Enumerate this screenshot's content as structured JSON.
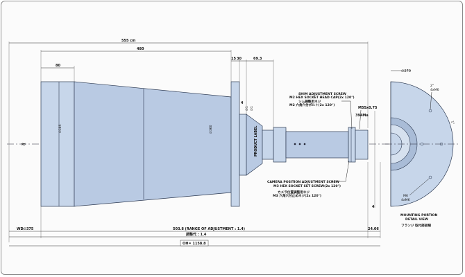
{
  "dimensions": {
    "overall_top": "555 cm",
    "body_480": "480",
    "front_80": "80",
    "d_15_30": "15",
    "d_30": "30",
    "d_69_3": "69.3",
    "d_4_top": "4",
    "d_4_bottom": "4",
    "m55": "M55x0.75",
    "d_394": "394Ma",
    "dia_385": "∅385",
    "dia_360": "∅360",
    "dia_flange_a": "∅1",
    "dia_flange_b": "∅1",
    "wd": "WD∅375",
    "range": "503.8 (RANGE OF ADJUSTMENT : 1.4)",
    "range_jp": "調整代 : 1.4",
    "end_24": "24.06",
    "oh": "OH= 1158.8"
  },
  "labels": {
    "product_label": "PRODUCT LABEL",
    "shim_line1": "SHIM ADJUSTMENT SCREW",
    "shim_line2": "M2 HEX SOCKET HEAD CAP(2x 120°)",
    "shim_line3": "シム調整用ネジ",
    "shim_line4": "M2 六角穴付ボルト(2x 120°)",
    "cam_line1": "CAMERA POSITION ADJUSTMENT SCREW",
    "cam_line2": "M3 HEX SOCKET SET SCREW(2x 120°)",
    "cam_line3": "カメラ位置調整用ネジ",
    "cam_line4": "M3 六角穴付止めネジ(2x 120°)"
  },
  "detail_view": {
    "dia_270": "∅270",
    "angle_top": "2°",
    "holes_top": "4xM6",
    "angle_right": "1°",
    "m6": "M6",
    "holes_bottom": "4xM6",
    "title_line1": "MOUNTING PORTION",
    "title_line2": "DETAIL VIEW",
    "title_jp": "フランジ 取付部詳細"
  },
  "colors": {
    "body_fill": "#c7d6ea",
    "outline": "#2d3a52",
    "frame": "#8a8a8a"
  }
}
